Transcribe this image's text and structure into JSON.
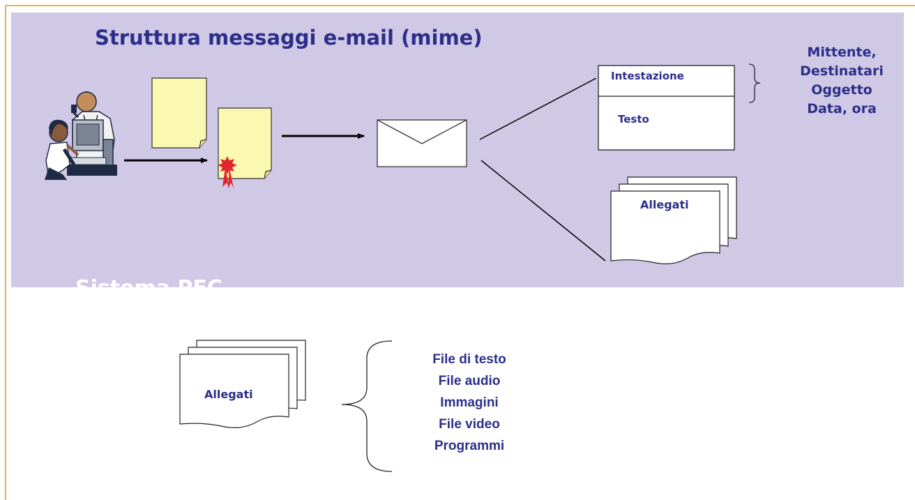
{
  "title": "Struttura messaggi e-mail (mime)",
  "clipped_label": "Sistema PEC",
  "message_box": {
    "header_label": "Intestazione",
    "body_label": "Testo"
  },
  "header_fields": [
    "Mittente,",
    "Destinatari",
    "Oggetto",
    "Data, ora"
  ],
  "attachments_label_top": "Allegati",
  "attachments_label_bottom": "Allegati",
  "attachment_types": [
    "File di testo",
    "File audio",
    "Immagini",
    "File video",
    "Programmi"
  ],
  "colors": {
    "panel_bg": "#cfc9e6",
    "text_accent": "#2d2d8a",
    "document_fill": "#fbf8b2",
    "seal": "#e3262c",
    "frame_border": "#e4b14e"
  },
  "icons": {
    "people_at_computer": "people-at-computer-icon",
    "documents": "document-icon",
    "seal": "seal-icon",
    "envelope": "envelope-icon"
  }
}
